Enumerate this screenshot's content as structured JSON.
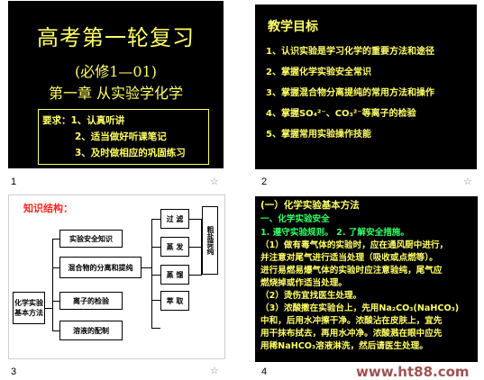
{
  "slides": [
    {
      "number": "1",
      "title": "高考第一轮复习",
      "subtitle1": "(必修1—01)",
      "subtitle2": "第一章  从实验学化学",
      "requirements": [
        "要求：1、认真听讲",
        "2、适当做好听课笔记",
        "3、及时做相应的巩固练习"
      ]
    },
    {
      "number": "2",
      "title": "教学目标",
      "items": [
        "1、认识实验是学习化学的重要方法和途径",
        "2、掌握化学实验安全常识",
        "3、掌握混合物分离提纯的常用方法和操作",
        "4、掌握SO₄²⁻、CO₃²⁻等离子的检验",
        "5、掌握常用实验操作技能"
      ]
    },
    {
      "number": "3",
      "heading": "知识结构：",
      "root": "化学实验基本方法",
      "mid_boxes": [
        "实验安全知识",
        "混合物的分离和提纯",
        "离子的检验",
        "溶液的配制"
      ],
      "method_boxes": [
        "过  滤",
        "蒸  发",
        "蒸  馏",
        "萃  取"
      ],
      "right_box": "粗盐提纯"
    },
    {
      "number": "4",
      "lines": [
        "(一）化学实验基本方法",
        "一、化学实验安全",
        "1. 遵守实验规则。      2. 了解安全措施。",
        "（1）做有毒气体的实验时，应在通风厨中进行，",
        "并注意对尾气进行适当处理（吸收或点燃等）。",
        "进行易燃易爆气体的实验时应注意验纯，尾气应",
        "燃烧掉或作适当处理。",
        "（2）烫伤宜找医生处理。",
        "（3）浓酸撒在实验台上，先用Na₂CO₃(NaHCO₃)",
        "中和，后用水冲擦干净。浓酸沾在皮肤上，宜先",
        "用干抹布拭去，再用水冲净。浓酸溅在眼中应先",
        "用稀NaHCO₃溶液淋洗，然后请医生处理。"
      ]
    }
  ],
  "star_glyph": "☆",
  "watermark": "www.ht88.com"
}
